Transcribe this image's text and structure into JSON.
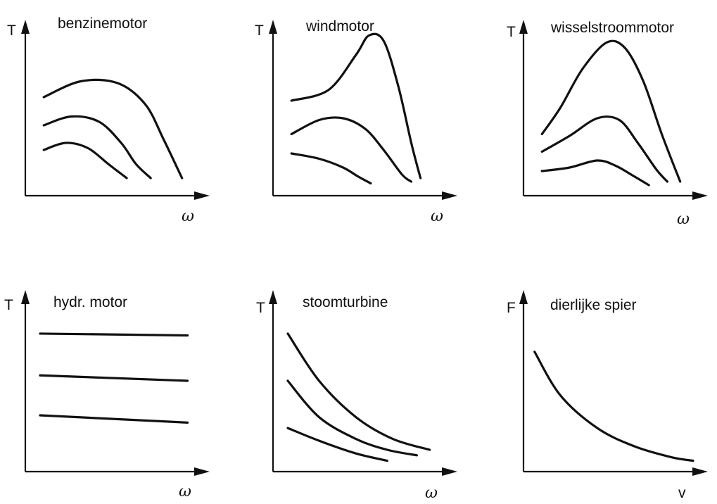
{
  "chart_data": [
    {
      "type": "line",
      "title": "benzinemotor",
      "ylabel": "T",
      "xlabel": "ω",
      "series": [
        {
          "x": [
            0.1,
            0.3,
            0.5,
            0.65,
            0.75,
            0.85
          ],
          "values": [
            0.56,
            0.65,
            0.64,
            0.52,
            0.32,
            0.1
          ]
        },
        {
          "x": [
            0.1,
            0.25,
            0.4,
            0.52,
            0.6,
            0.68
          ],
          "values": [
            0.4,
            0.45,
            0.42,
            0.3,
            0.18,
            0.1
          ]
        },
        {
          "x": [
            0.1,
            0.22,
            0.34,
            0.45,
            0.55
          ],
          "values": [
            0.26,
            0.3,
            0.27,
            0.18,
            0.1
          ]
        }
      ]
    },
    {
      "type": "line",
      "title": "windmotor",
      "ylabel": "T",
      "xlabel": "ω",
      "series": [
        {
          "x": [
            0.1,
            0.3,
            0.45,
            0.52,
            0.6,
            0.68,
            0.75,
            0.8
          ],
          "values": [
            0.54,
            0.6,
            0.8,
            0.91,
            0.88,
            0.62,
            0.3,
            0.1
          ]
        },
        {
          "x": [
            0.1,
            0.25,
            0.38,
            0.5,
            0.6,
            0.7,
            0.75
          ],
          "values": [
            0.35,
            0.43,
            0.44,
            0.38,
            0.26,
            0.12,
            0.08
          ]
        },
        {
          "x": [
            0.1,
            0.25,
            0.38,
            0.46,
            0.53
          ],
          "values": [
            0.24,
            0.21,
            0.16,
            0.11,
            0.07
          ]
        }
      ]
    },
    {
      "type": "line",
      "title": "wisselstroommotor",
      "ylabel": "T",
      "xlabel": "ω",
      "series": [
        {
          "x": [
            0.1,
            0.2,
            0.32,
            0.45,
            0.55,
            0.65,
            0.75,
            0.85
          ],
          "values": [
            0.35,
            0.5,
            0.72,
            0.87,
            0.84,
            0.65,
            0.35,
            0.08
          ]
        },
        {
          "x": [
            0.1,
            0.25,
            0.4,
            0.52,
            0.62,
            0.72,
            0.78
          ],
          "values": [
            0.25,
            0.34,
            0.44,
            0.43,
            0.3,
            0.15,
            0.08
          ]
        },
        {
          "x": [
            0.1,
            0.25,
            0.4,
            0.5,
            0.6,
            0.68
          ],
          "values": [
            0.14,
            0.16,
            0.2,
            0.17,
            0.11,
            0.06
          ]
        }
      ]
    },
    {
      "type": "line",
      "title": "hydr. motor",
      "ylabel": "T",
      "xlabel": "ω",
      "series": [
        {
          "x": [
            0.08,
            0.88
          ],
          "values": [
            0.76,
            0.75
          ]
        },
        {
          "x": [
            0.08,
            0.88
          ],
          "values": [
            0.53,
            0.5
          ]
        },
        {
          "x": [
            0.08,
            0.88
          ],
          "values": [
            0.31,
            0.27
          ]
        }
      ]
    },
    {
      "type": "line",
      "title": "stoomturbine",
      "ylabel": "T",
      "xlabel": "ω",
      "series": [
        {
          "x": [
            0.08,
            0.25,
            0.45,
            0.65,
            0.85
          ],
          "values": [
            0.76,
            0.5,
            0.3,
            0.18,
            0.12
          ]
        },
        {
          "x": [
            0.08,
            0.25,
            0.45,
            0.62,
            0.78
          ],
          "values": [
            0.5,
            0.3,
            0.18,
            0.12,
            0.09
          ]
        },
        {
          "x": [
            0.08,
            0.25,
            0.45,
            0.62
          ],
          "values": [
            0.24,
            0.17,
            0.1,
            0.06
          ]
        }
      ]
    },
    {
      "type": "line",
      "title": "dierlijke spier",
      "ylabel": "F",
      "xlabel": "v",
      "series": [
        {
          "x": [
            0.06,
            0.2,
            0.4,
            0.6,
            0.8,
            0.92
          ],
          "values": [
            0.66,
            0.42,
            0.24,
            0.14,
            0.08,
            0.06
          ]
        }
      ]
    }
  ]
}
